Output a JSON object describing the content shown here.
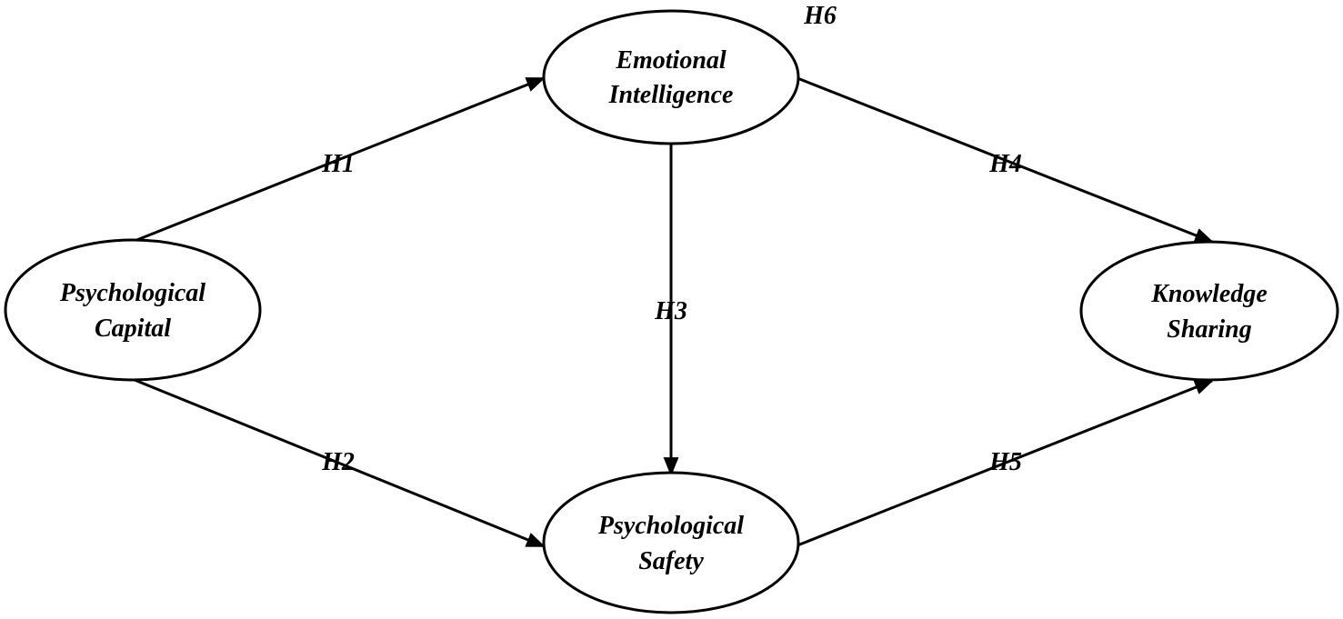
{
  "nodes": [
    {
      "id": "emotional-intelligence",
      "lines": [
        "Emotional",
        "Intelligence"
      ]
    },
    {
      "id": "psychological-capital",
      "lines": [
        "Psychological",
        "Capital"
      ]
    },
    {
      "id": "knowledge-sharing",
      "lines": [
        "Knowledge",
        "Sharing"
      ]
    },
    {
      "id": "psychological-safety",
      "lines": [
        "Psychological",
        "Safety"
      ]
    }
  ],
  "edges": [
    {
      "id": "h1",
      "from": "psychological-capital",
      "to": "emotional-intelligence",
      "label": "H1"
    },
    {
      "id": "h2",
      "from": "psychological-capital",
      "to": "psychological-safety",
      "label": "H2"
    },
    {
      "id": "h3",
      "from": "emotional-intelligence",
      "to": "psychological-safety",
      "label": "H3"
    },
    {
      "id": "h4",
      "from": "emotional-intelligence",
      "to": "knowledge-sharing",
      "label": "H4"
    },
    {
      "id": "h5",
      "from": "psychological-safety",
      "to": "knowledge-sharing",
      "label": "H5"
    }
  ],
  "annotations": [
    {
      "id": "h6",
      "label": "H6"
    }
  ],
  "colors": {
    "stroke": "#000000",
    "background": "#ffffff"
  }
}
